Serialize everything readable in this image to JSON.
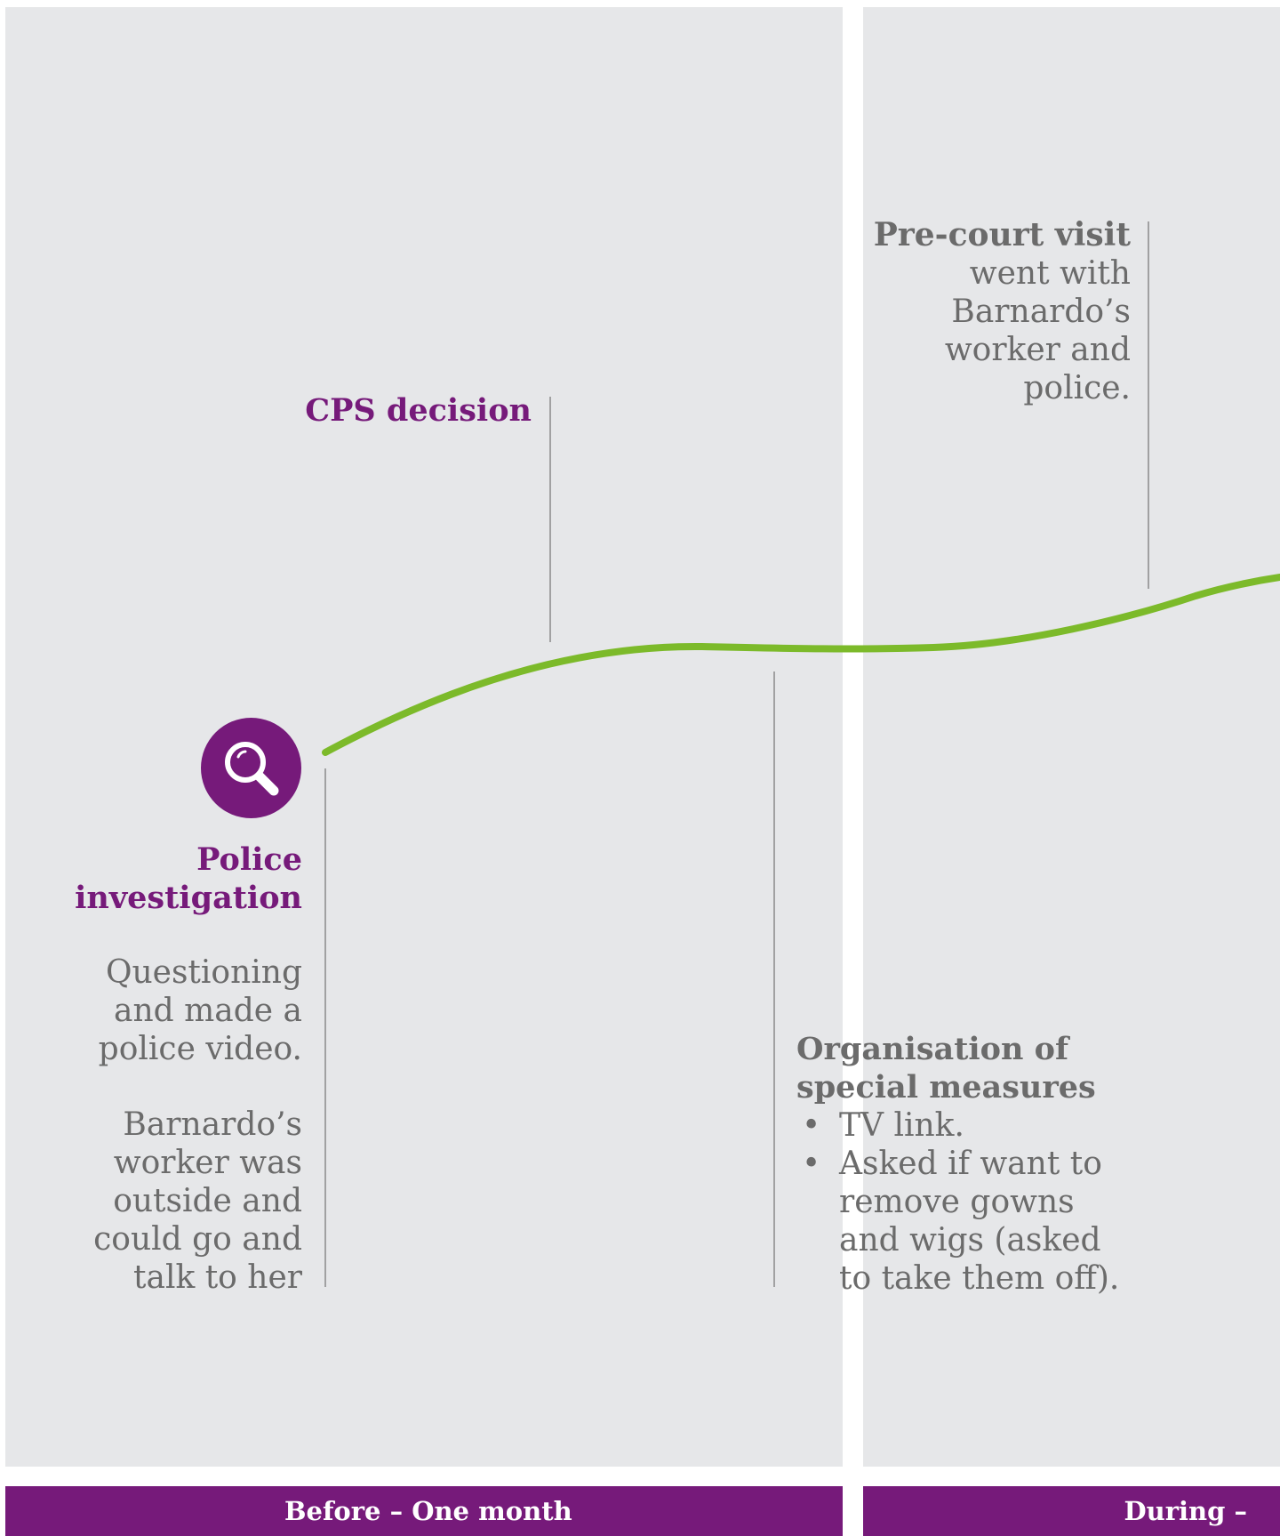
{
  "sections": {
    "before_label": "Before – One month",
    "during_label": "During –"
  },
  "events": {
    "pre_court": {
      "title": "Pre-court visit",
      "lines": [
        "went with",
        "Barnardo’s",
        "worker and",
        "police."
      ]
    },
    "cps": {
      "title": "CPS decision"
    },
    "police": {
      "title_lines": [
        "Police",
        "investigation"
      ],
      "text1_lines": [
        "Questioning",
        "and made a",
        "police video."
      ],
      "text2_lines": [
        "Barnardo’s",
        "worker was",
        "outside and",
        "could go and",
        "talk to her"
      ],
      "icon": "magnifier-icon"
    },
    "special_measures": {
      "title_lines": [
        "Organisation of",
        "special measures"
      ],
      "bullets": [
        "TV link.",
        "Asked if want to remove gowns and wigs (asked to take them off)."
      ],
      "bullet_lines": [
        [
          "TV link."
        ],
        [
          "Asked if want to",
          "remove gowns",
          "and wigs (asked",
          "to take them off)."
        ]
      ]
    }
  },
  "colors": {
    "panel": "#e6e7e9",
    "accent_purple": "#761a7a",
    "timeline_green": "#7cba2a",
    "text_grey": "#6b6b6b"
  }
}
